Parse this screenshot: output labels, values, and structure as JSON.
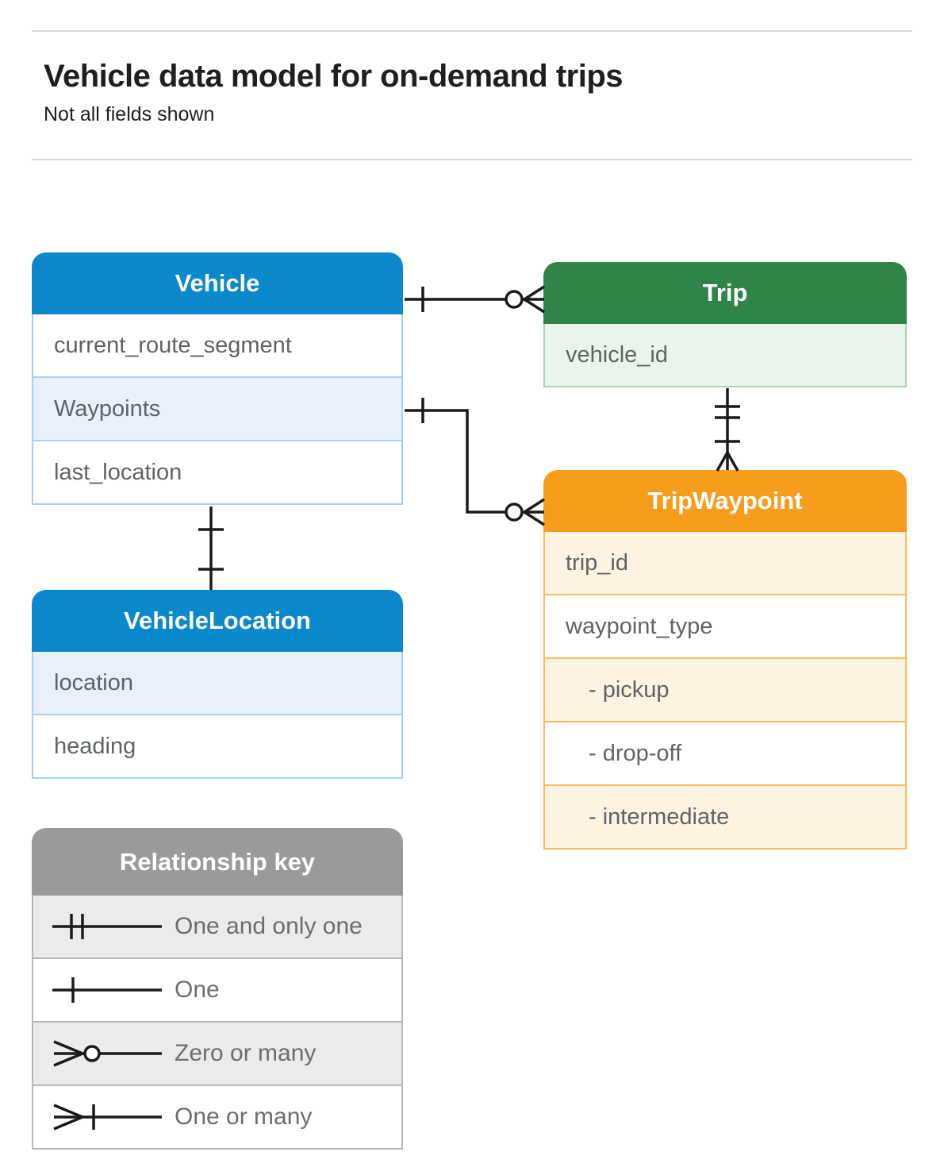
{
  "header": {
    "title": "Vehicle data model for on-demand trips",
    "subtitle": "Not all fields shown"
  },
  "colors": {
    "blue_header": "#0b87cc",
    "blue_row": "#e8f1fb",
    "blue_border": "#a6d1f4",
    "green_header": "#2e8547",
    "green_row": "#e9f4ec",
    "green_border": "#a9d4b1",
    "orange_header": "#f89c1c",
    "orange_row": "#fdf3e3",
    "orange_border": "#f9bd59",
    "legend_header": "#9a9a9a",
    "legend_row": "#ebebeb",
    "legend_border": "#b7b7b7",
    "connector_line": "#1a1a1a",
    "row_text": "#5f6368",
    "legend_text": "#6d6d6d"
  },
  "tables": {
    "vehicle": {
      "title": "Vehicle",
      "rows": [
        {
          "label": "current_route_segment"
        },
        {
          "label": "Waypoints"
        },
        {
          "label": "last_location"
        }
      ]
    },
    "trip": {
      "title": "Trip",
      "rows": [
        {
          "label": "vehicle_id"
        }
      ]
    },
    "trip_waypoint": {
      "title": "TripWaypoint",
      "rows": [
        {
          "label": "trip_id"
        },
        {
          "label": "waypoint_type"
        },
        {
          "label": "- pickup"
        },
        {
          "label": "- drop-off"
        },
        {
          "label": "- intermediate"
        }
      ]
    },
    "vehicle_location": {
      "title": "VehicleLocation",
      "rows": [
        {
          "label": "location"
        },
        {
          "label": "heading"
        }
      ]
    }
  },
  "relationships": [
    {
      "from": "Vehicle",
      "to": "Trip",
      "from_cardinality": "One",
      "to_cardinality": "Zero or many"
    },
    {
      "from": "Vehicle.Waypoints",
      "to": "TripWaypoint",
      "from_cardinality": "One",
      "to_cardinality": "Zero or many"
    },
    {
      "from": "Trip",
      "to": "TripWaypoint",
      "from_cardinality": "One and only one",
      "to_cardinality": "One or many"
    },
    {
      "from": "Vehicle",
      "to": "VehicleLocation",
      "from_cardinality": "One",
      "to_cardinality": "One"
    }
  ],
  "legend": {
    "title": "Relationship key",
    "items": [
      {
        "symbol": "one-and-only-one",
        "label": "One and only one"
      },
      {
        "symbol": "one",
        "label": "One"
      },
      {
        "symbol": "zero-or-many",
        "label": "Zero or many"
      },
      {
        "symbol": "one-or-many",
        "label": "One or many"
      }
    ]
  }
}
